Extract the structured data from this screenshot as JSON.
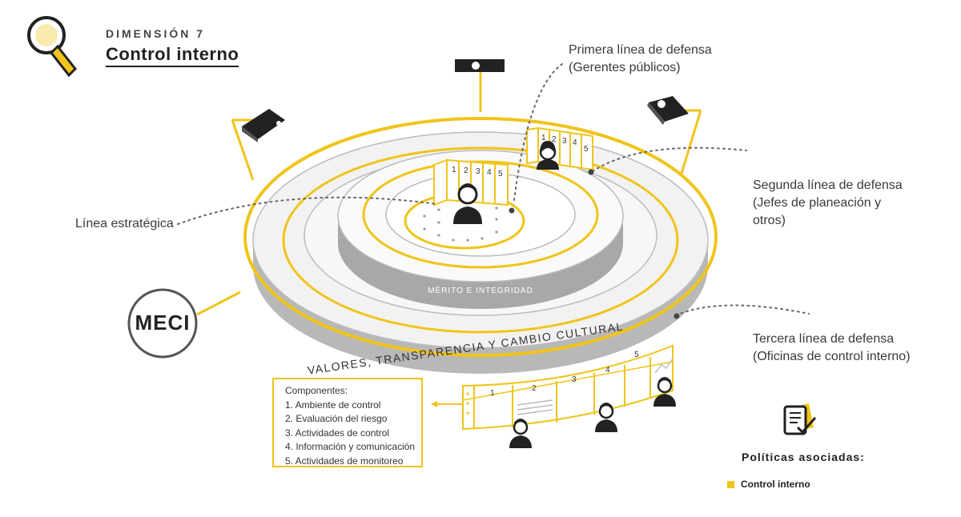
{
  "header": {
    "dimension_label": "DIMENSIÓN 7",
    "title": "Control interno"
  },
  "callouts": {
    "primera": [
      "Primera línea de defensa",
      "(Gerentes públicos)"
    ],
    "segunda": [
      "Segunda línea de defensa",
      "(Jefes de planeación y",
      "otros)"
    ],
    "tercera": [
      "Tercera línea de defensa",
      "(Oficinas de control interno)"
    ],
    "estrategica": "Línea estratégica"
  },
  "rings": {
    "inner_band": "MÉRITO E INTEGRIDAD",
    "outer_band": "VALORES, TRANSPARENCIA Y CAMBIO CULTURAL"
  },
  "meci": "MECI",
  "components": {
    "heading": "Componentes:",
    "items": [
      "1. Ambiente de control",
      "2. Evaluación del riesgo",
      "3. Actividades de control",
      "4. Información y comunicación",
      "5. Actividades de monitoreo"
    ]
  },
  "panel_numbers": [
    "1",
    "2",
    "3",
    "4",
    "5"
  ],
  "policies": {
    "title": "Políticas asociadas:",
    "items": [
      "Control interno"
    ]
  },
  "colors": {
    "accent": "#f0c419",
    "dark": "#222222",
    "ring_gray": "#b8b8b8",
    "dotted": "#666666"
  },
  "icons": [
    "magnifier-icon",
    "camera-icon",
    "projector-icon",
    "person-icon",
    "document-check-icon"
  ]
}
